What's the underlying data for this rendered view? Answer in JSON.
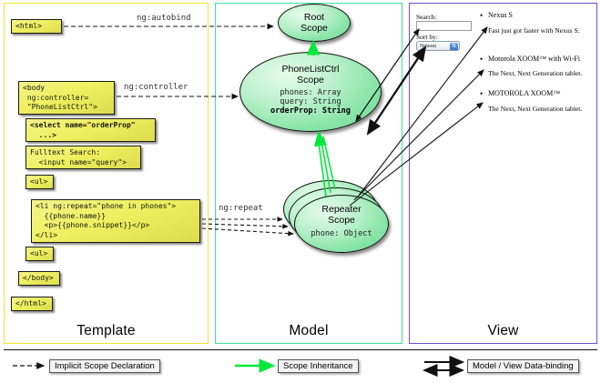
{
  "columns": {
    "template": {
      "label": "Template",
      "border_color": "#f2e52a"
    },
    "model": {
      "label": "Model",
      "border_color": "#3fe0a0"
    },
    "view": {
      "label": "View",
      "border_color": "#6c4fdd"
    }
  },
  "template": {
    "boxes": [
      {
        "name": "html-open",
        "text": "<html>"
      },
      {
        "name": "body-controller",
        "text": "<body\n ng:controller=\n \"PhoneListCtrl\">"
      },
      {
        "name": "select-orderprop",
        "text": "<select name=\"orderProp\"\n  ...>"
      },
      {
        "name": "fulltext-search",
        "text": "Fulltext Search:\n  <input name=\"query\">"
      },
      {
        "name": "ul-open",
        "text": "<ul>"
      },
      {
        "name": "li-repeat",
        "text": "<li ng:repeat=\"phone in phones\">\n  {{phone.name}}\n  <p>{{phone.snippet}}</p>\n</li>"
      },
      {
        "name": "ul-close",
        "text": "<ul>"
      },
      {
        "name": "body-close",
        "text": "</body>"
      },
      {
        "name": "html-close",
        "text": "</html>"
      }
    ]
  },
  "model": {
    "scopes": [
      {
        "name": "root-scope",
        "title_line1": "Root",
        "title_line2": "Scope",
        "props": []
      },
      {
        "name": "phonelistctrl-scope",
        "title_line1": "PhoneListCtrl",
        "title_line2": "Scope",
        "props": [
          {
            "text": "phones: Array",
            "bold": false
          },
          {
            "text": "query: String",
            "bold": false
          },
          {
            "text": "orderProp: String",
            "bold": true
          }
        ]
      },
      {
        "name": "repeater-scope",
        "title_line1": "Repeater",
        "title_line2": "Scope",
        "props": [
          {
            "text": "phone: Object",
            "bold": false
          }
        ]
      }
    ]
  },
  "view": {
    "search_label": "Search:",
    "search_value": "",
    "search_placeholder": "",
    "sort_label": "Sort by:",
    "sort_selected": "Newest",
    "sort_options": [
      "Newest"
    ],
    "phones": [
      {
        "name": "Nexus S",
        "snippet": "Fast just got faster with Nexus S."
      },
      {
        "name": "Motorola XOOM™ with Wi-Fi",
        "snippet": "The Next, Next Generation tablet."
      },
      {
        "name": "MOTOROLA XOOM™",
        "snippet": "The Next, Next Generation tablet."
      }
    ]
  },
  "edges": {
    "autobind": "ng:autobind",
    "controller": "ng:controller",
    "repeat": "ng:repeat"
  },
  "legend": {
    "items": [
      {
        "name": "implicit-scope-declaration",
        "label": "Implicit Scope Declaration",
        "style": "dashed-arrow",
        "color": "#111111"
      },
      {
        "name": "scope-inheritance",
        "label": "Scope Inheritance",
        "style": "solid-arrow",
        "color": "#00e83c"
      },
      {
        "name": "model-view-data-binding",
        "label": "Model / View Data-binding",
        "style": "double-arrow",
        "color": "#111111"
      }
    ]
  }
}
